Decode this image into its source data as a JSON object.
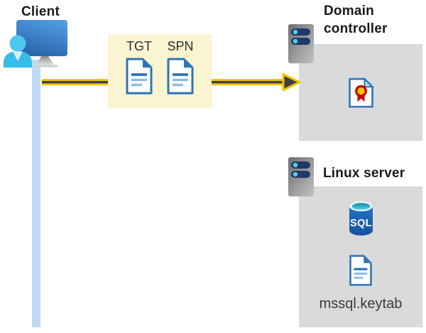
{
  "client": {
    "label": "Client"
  },
  "tickets": {
    "tgt": "TGT",
    "spn": "SPN"
  },
  "domain_controller": {
    "label": "Domain controller"
  },
  "linux_server": {
    "label": "Linux server",
    "keytab": "mssql.keytab"
  },
  "sql": {
    "label": "SQL"
  },
  "icons": {
    "client": "monitor-user-icon",
    "server": "server-tower-icon",
    "ticket": "document-icon",
    "certificate": "certificate-icon",
    "database": "sql-database-icon"
  },
  "colors": {
    "arrow_yellow": "#F2C500",
    "arrow_dark": "#3F3F3D",
    "ticket_box_bg": "#FBF4D0",
    "panel_gray": "#DADADA",
    "icon_blue": "#2E75B6",
    "client_line_blue": "#BFDAF7",
    "sql_blue": "#1C64B4",
    "person_cyan": "#38BFE9"
  }
}
